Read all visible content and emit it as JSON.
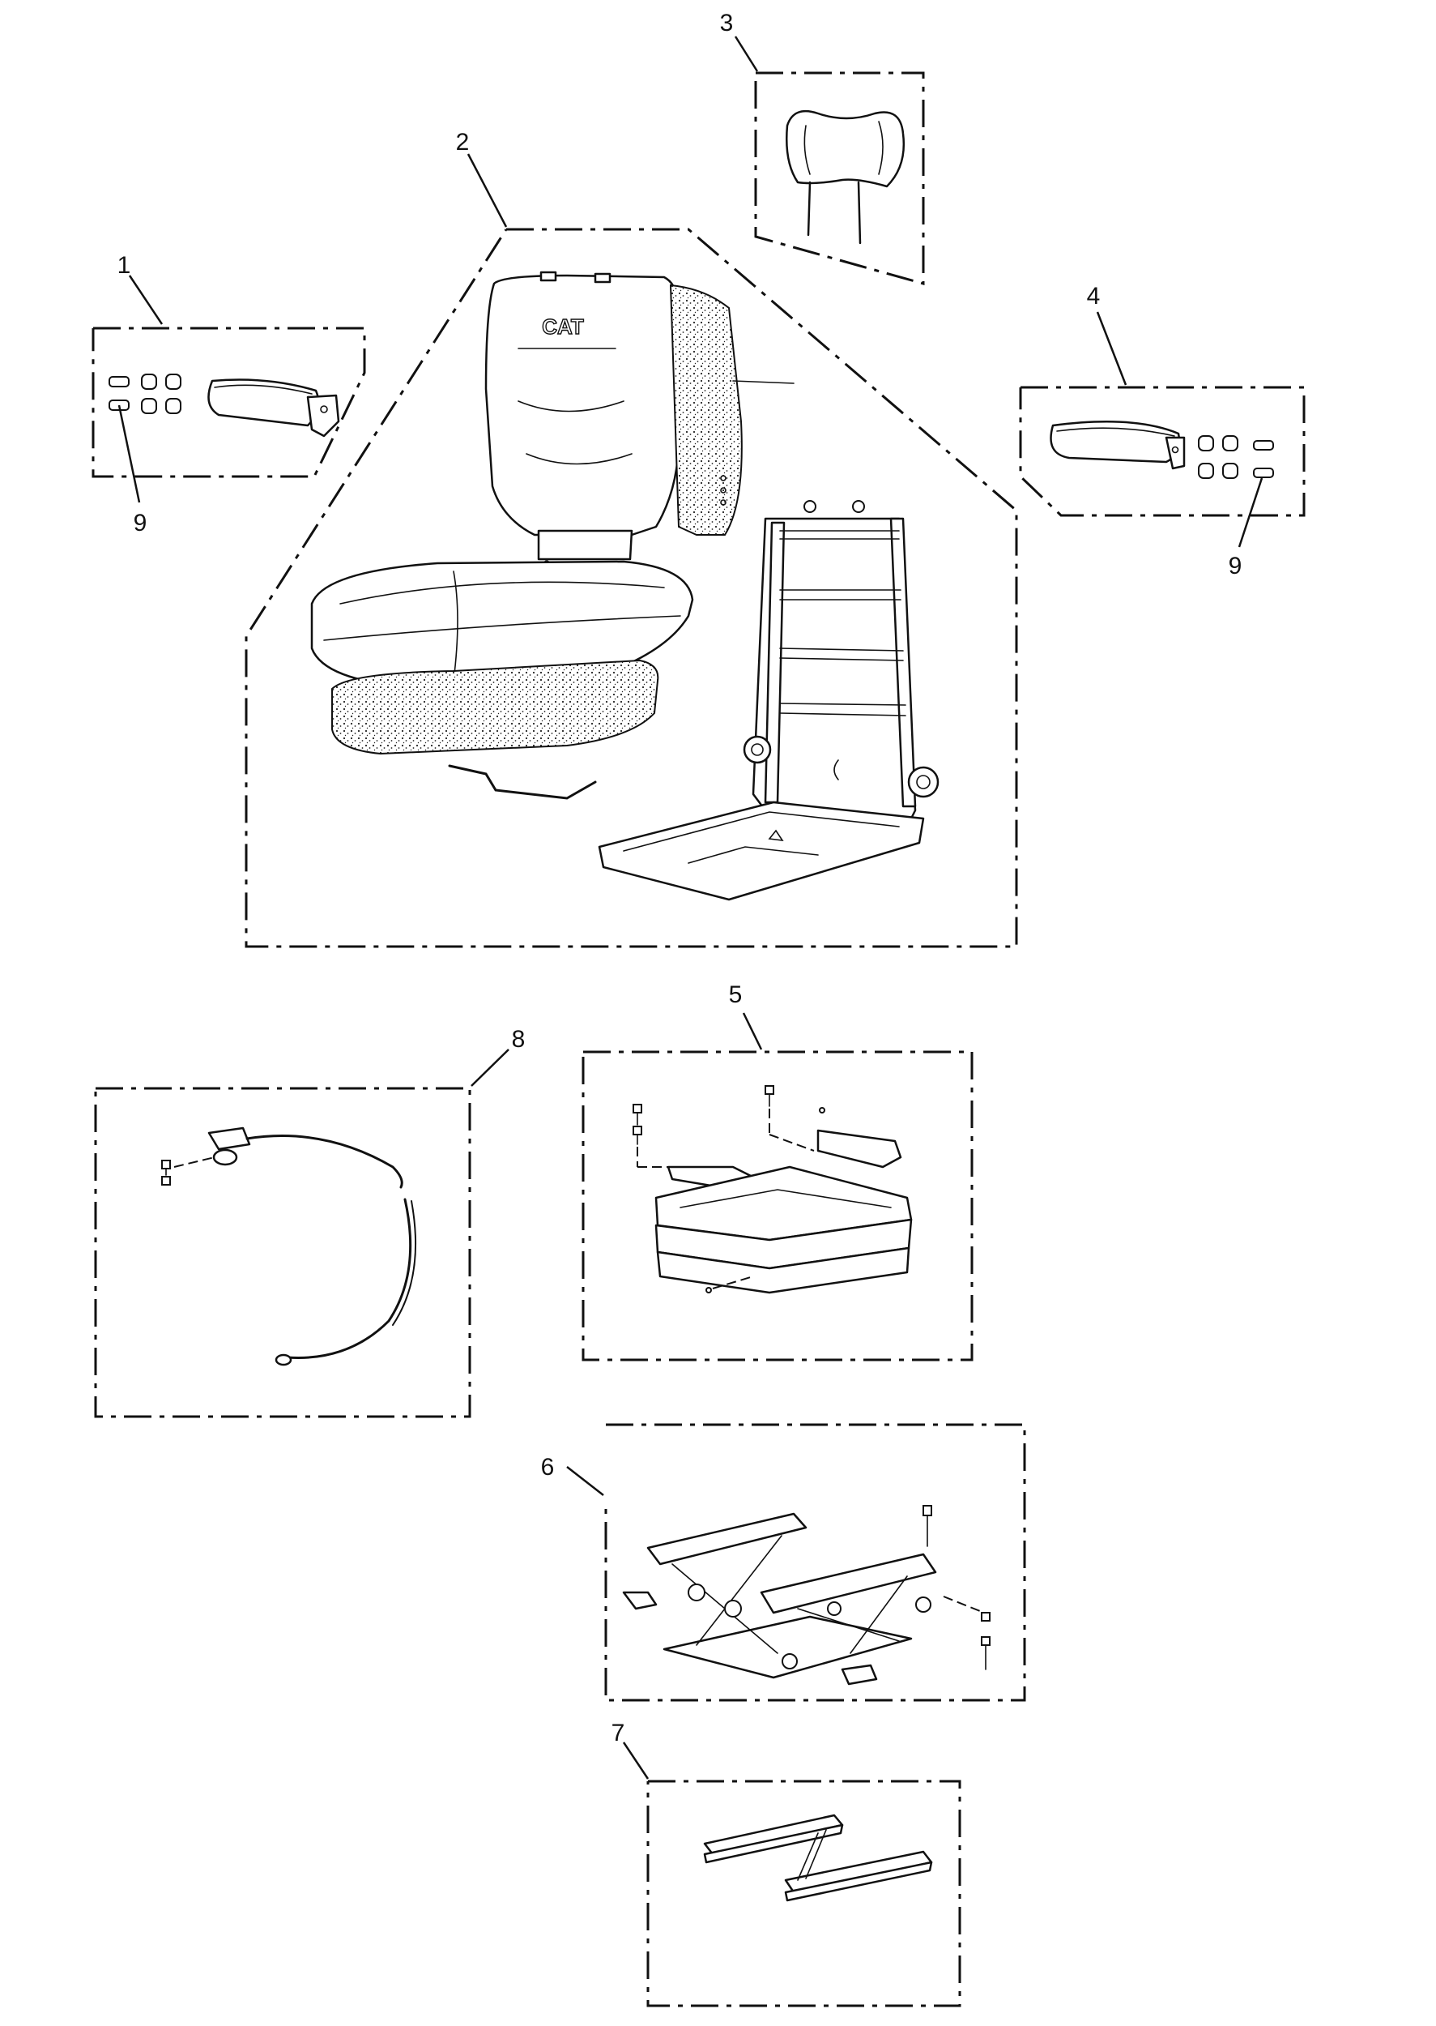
{
  "diagram": {
    "brand_logo": "CAT",
    "callouts": [
      {
        "id": "c1",
        "label": "1"
      },
      {
        "id": "c2",
        "label": "2"
      },
      {
        "id": "c3",
        "label": "3"
      },
      {
        "id": "c4",
        "label": "4"
      },
      {
        "id": "c5",
        "label": "5"
      },
      {
        "id": "c6",
        "label": "6"
      },
      {
        "id": "c7",
        "label": "7"
      },
      {
        "id": "c8",
        "label": "8"
      },
      {
        "id": "c9a",
        "label": "9"
      },
      {
        "id": "c9b",
        "label": "9"
      }
    ]
  }
}
